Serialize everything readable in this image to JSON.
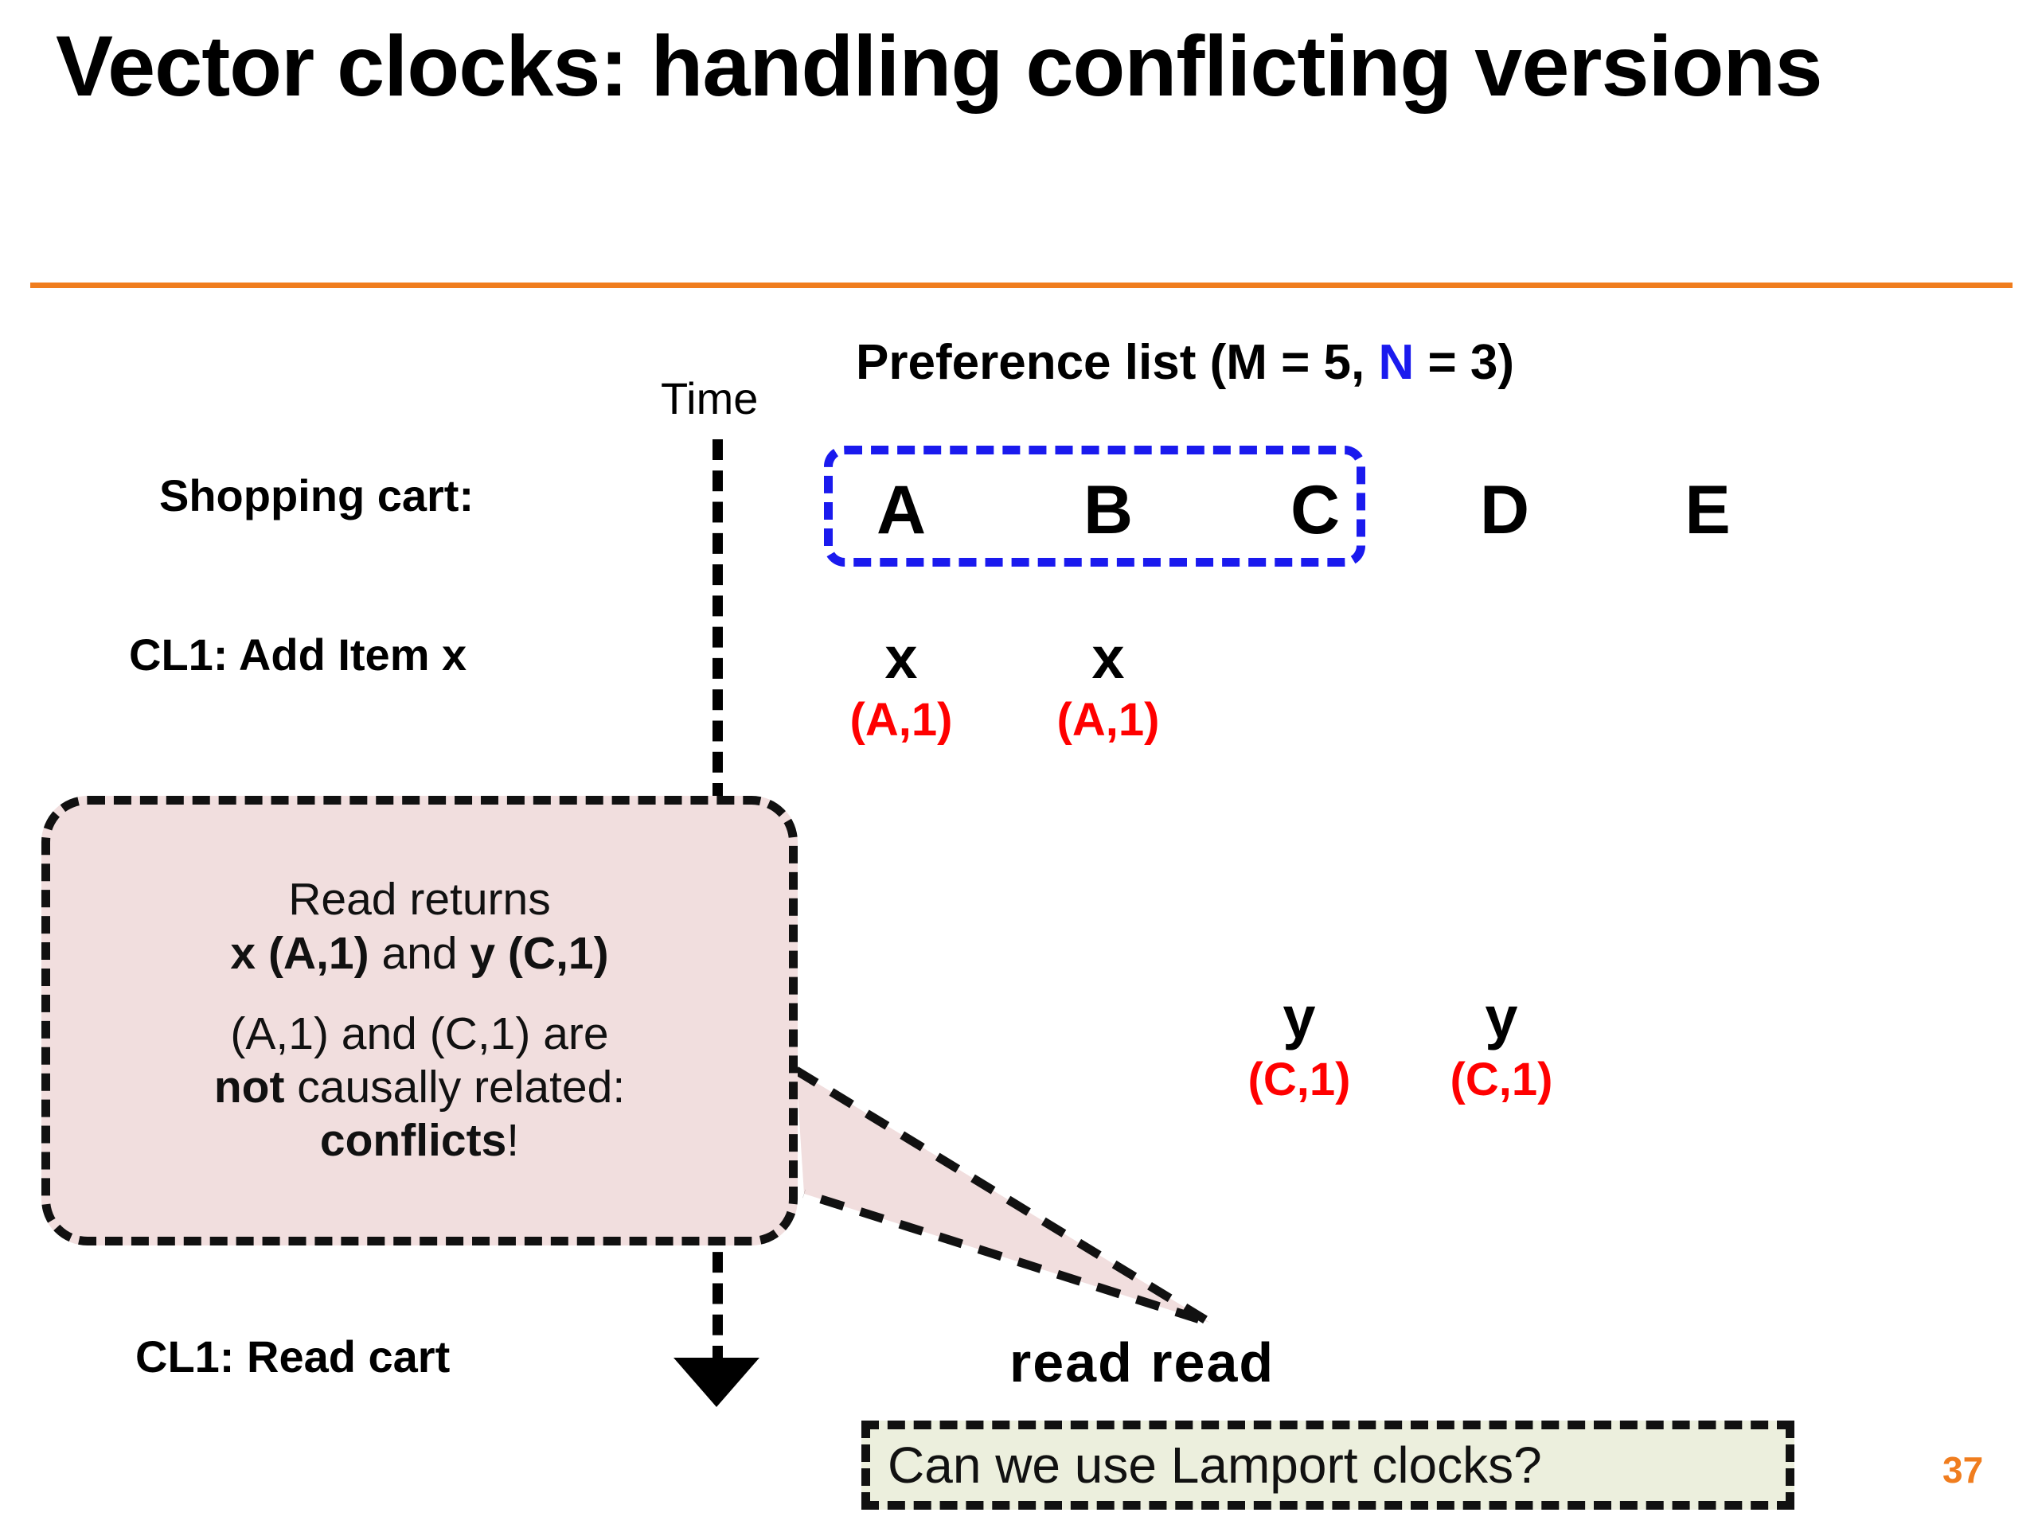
{
  "slide": {
    "title": "Vector clocks: handling conflicting versions",
    "page_number": "37",
    "accent_color": "#F07D1E",
    "highlight_color": "#1A1AEE",
    "clock_color": "#FF0000",
    "callout_fill": "#F1DEDE",
    "question_fill": "#ECEFDD"
  },
  "diagram": {
    "time_axis_label": "Time",
    "preference_list_header": {
      "prefix": "Preference list (M = 5, ",
      "highlight": "N",
      "suffix": " = 3)"
    },
    "row_labels": {
      "shopping_cart": "Shopping cart:",
      "cl1_add": "CL1: Add Item x",
      "cl1_read": "CL1: Read cart"
    },
    "nodes": [
      {
        "name": "A",
        "in_quorum": true
      },
      {
        "name": "B",
        "in_quorum": true
      },
      {
        "name": "C",
        "in_quorum": true
      },
      {
        "name": "D",
        "in_quorum": false
      },
      {
        "name": "E",
        "in_quorum": false
      }
    ],
    "version_stacks": [
      {
        "node": "A",
        "item": "x",
        "clock": "(A,1)"
      },
      {
        "node": "B",
        "item": "x",
        "clock": "(A,1)"
      },
      {
        "node": "B",
        "item": "y",
        "clock": "(C,1)"
      },
      {
        "node": "C",
        "item": "y",
        "clock": "(C,1)"
      }
    ],
    "read_markers": "read  read"
  },
  "callout": {
    "line1": "Read returns",
    "line2_a": "x (A,1)",
    "line2_b": " and ",
    "line2_c": "y (C,1)",
    "line3": "(A,1) and (C,1) are",
    "line4_a": "not",
    "line4_b": " causally related:",
    "line5_a": "conflicts",
    "line5_b": "!"
  },
  "question": {
    "text": "Can we use Lamport clocks?"
  }
}
